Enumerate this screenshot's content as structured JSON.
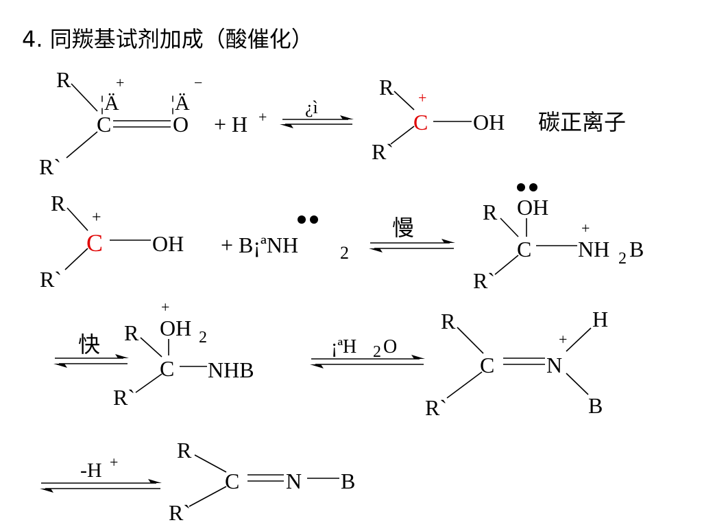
{
  "page": {
    "title": "4. 同羰基试剂加成（酸催化）",
    "carbocation_label": "碳正离子"
  },
  "step1": {
    "r_top": "R",
    "r_bottom": "R`",
    "carbon": "C",
    "oxygen": "O",
    "carbon_garble": "¦Ä",
    "carbon_charge": "+",
    "oxygen_garble": "¦Ä",
    "oxygen_charge": "−",
    "reagent": "+ H",
    "reagent_charge": "+",
    "arrow_label": "¿ì",
    "prod_r_top": "R",
    "prod_r_bottom": "R`",
    "prod_carbon": "C",
    "prod_charge": "+",
    "prod_oh": "OH"
  },
  "step2": {
    "r_top": "R",
    "r_bottom": "R`",
    "carbon": "C",
    "charge": "+",
    "oh": "OH",
    "reagent": "+ B¡ªNH",
    "reagent_sub": "2",
    "arrow_label": "慢",
    "prod_r_top": "R",
    "prod_r_bottom": "R`",
    "prod_oh": "OH",
    "prod_carbon": "C",
    "prod_nh": "NH",
    "prod_nh_sub": "2",
    "prod_b": "B",
    "prod_charge": "+"
  },
  "step3": {
    "arrow_label": "快",
    "r_top": "R",
    "r_bottom": "R`",
    "oh2": "OH",
    "oh2_sub": "2",
    "oh2_charge": "+",
    "carbon": "C",
    "nhb": "NHB",
    "arrow2_label": "¡ªH",
    "arrow2_sub": "2",
    "arrow2_o": "O",
    "prod_r_top": "R",
    "prod_r_bottom": "R`",
    "prod_carbon": "C",
    "prod_n": "N",
    "prod_charge": "+",
    "prod_h": "H",
    "prod_b": "B"
  },
  "step4": {
    "arrow_label": "-H",
    "arrow_charge": "+",
    "r_top": "R",
    "r_bottom": "R`",
    "carbon": "C",
    "n": "N",
    "b": "B"
  },
  "colors": {
    "carbocation": "#e00000",
    "ink": "#000000",
    "background": "#ffffff"
  }
}
